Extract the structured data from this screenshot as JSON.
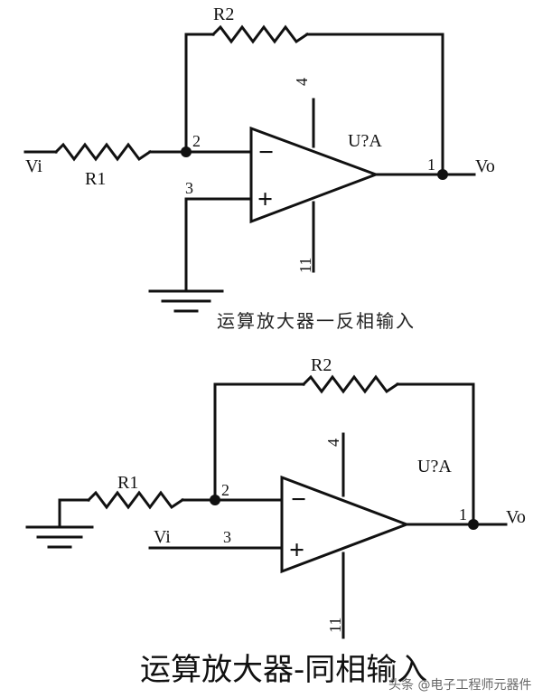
{
  "diagrams": {
    "inverting": {
      "caption": "运算放大器一反相输入",
      "input_label": "Vi",
      "r1_label": "R1",
      "r2_label": "R2",
      "opamp_label": "U?A",
      "output_label": "Vo",
      "pin_inv": "2",
      "pin_noninv": "3",
      "pin_out": "1",
      "pin_vplus": "4",
      "pin_vminus": "11",
      "minus_sign": "−",
      "plus_sign": "+"
    },
    "non_inverting": {
      "caption": "运算放大器-同相输入",
      "input_label": "Vi",
      "r1_label": "R1",
      "r2_label": "R2",
      "opamp_label": "U?A",
      "output_label": "Vo",
      "pin_inv": "2",
      "pin_noninv": "3",
      "pin_out": "1",
      "pin_vplus": "4",
      "pin_vminus": "11",
      "minus_sign": "−",
      "plus_sign": "+"
    }
  },
  "watermark": "头条 @电子工程师元器件"
}
